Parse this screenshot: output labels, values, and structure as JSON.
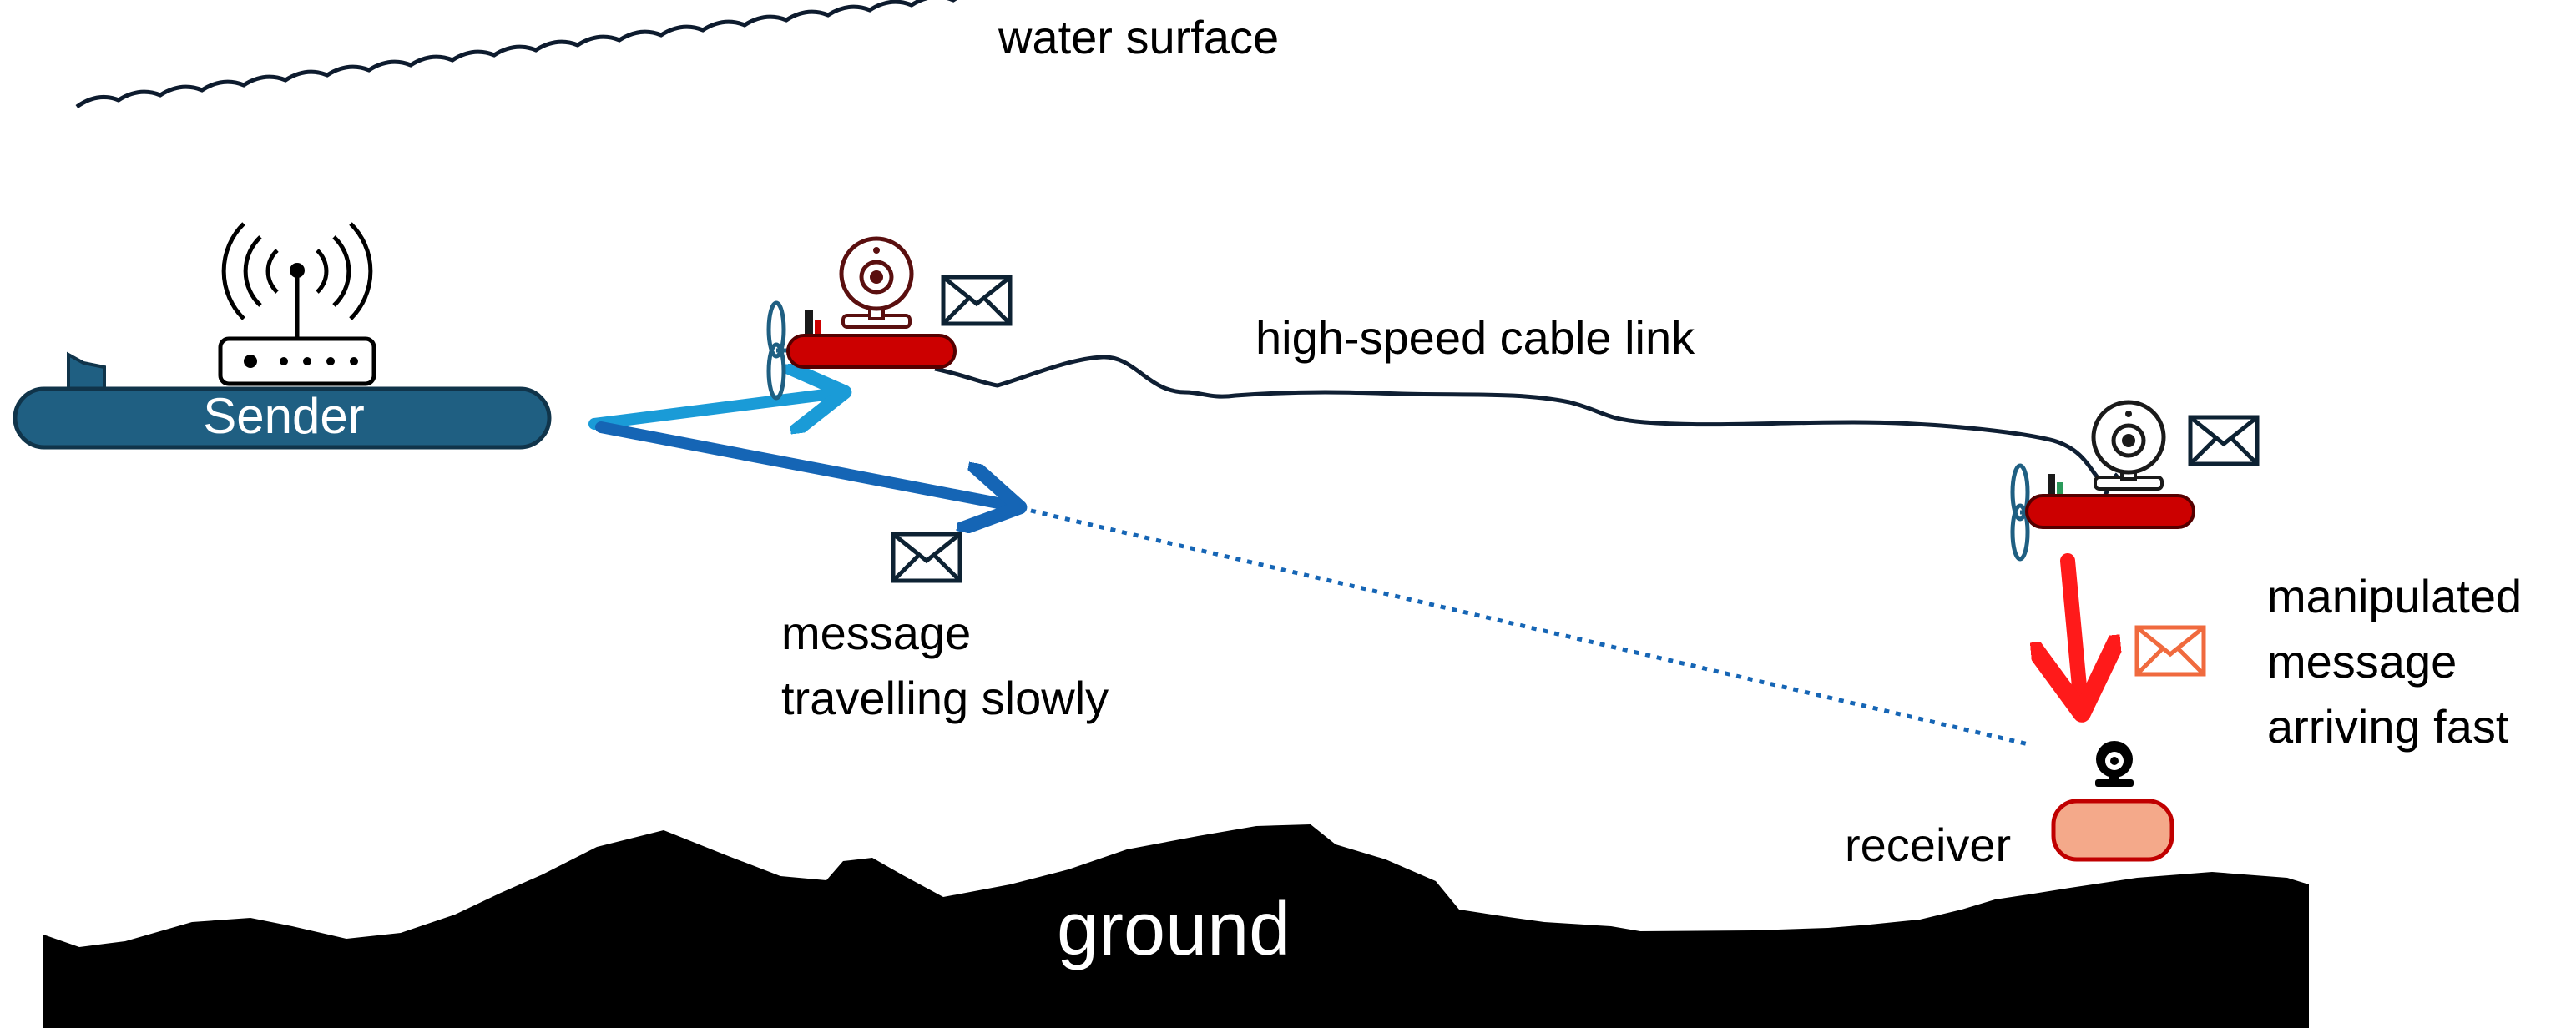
{
  "labels": {
    "water_surface": "water surface",
    "cable_link": "high-speed cable link",
    "slow_message_line1": "message",
    "slow_message_line2": "travelling slowly",
    "fast_message_line1": "manipulated",
    "fast_message_line2": "message",
    "fast_message_line3": "arriving fast",
    "receiver": "receiver",
    "sender": "Sender",
    "ground": "ground"
  },
  "colors": {
    "sender_hull": "#1f5f82",
    "drone_hull": "#cc0000",
    "receiver_body": "#f4a98a",
    "light_arrow": "#1a9bd7",
    "dark_arrow": "#1565b5",
    "red_arrow": "#ff1a1a",
    "manipulated_envelope": "#f06a3e",
    "cable": "#0f1f33"
  },
  "icons": [
    "router-icon",
    "webcam-icon",
    "envelope-icon",
    "propeller-icon",
    "wave-icon"
  ]
}
